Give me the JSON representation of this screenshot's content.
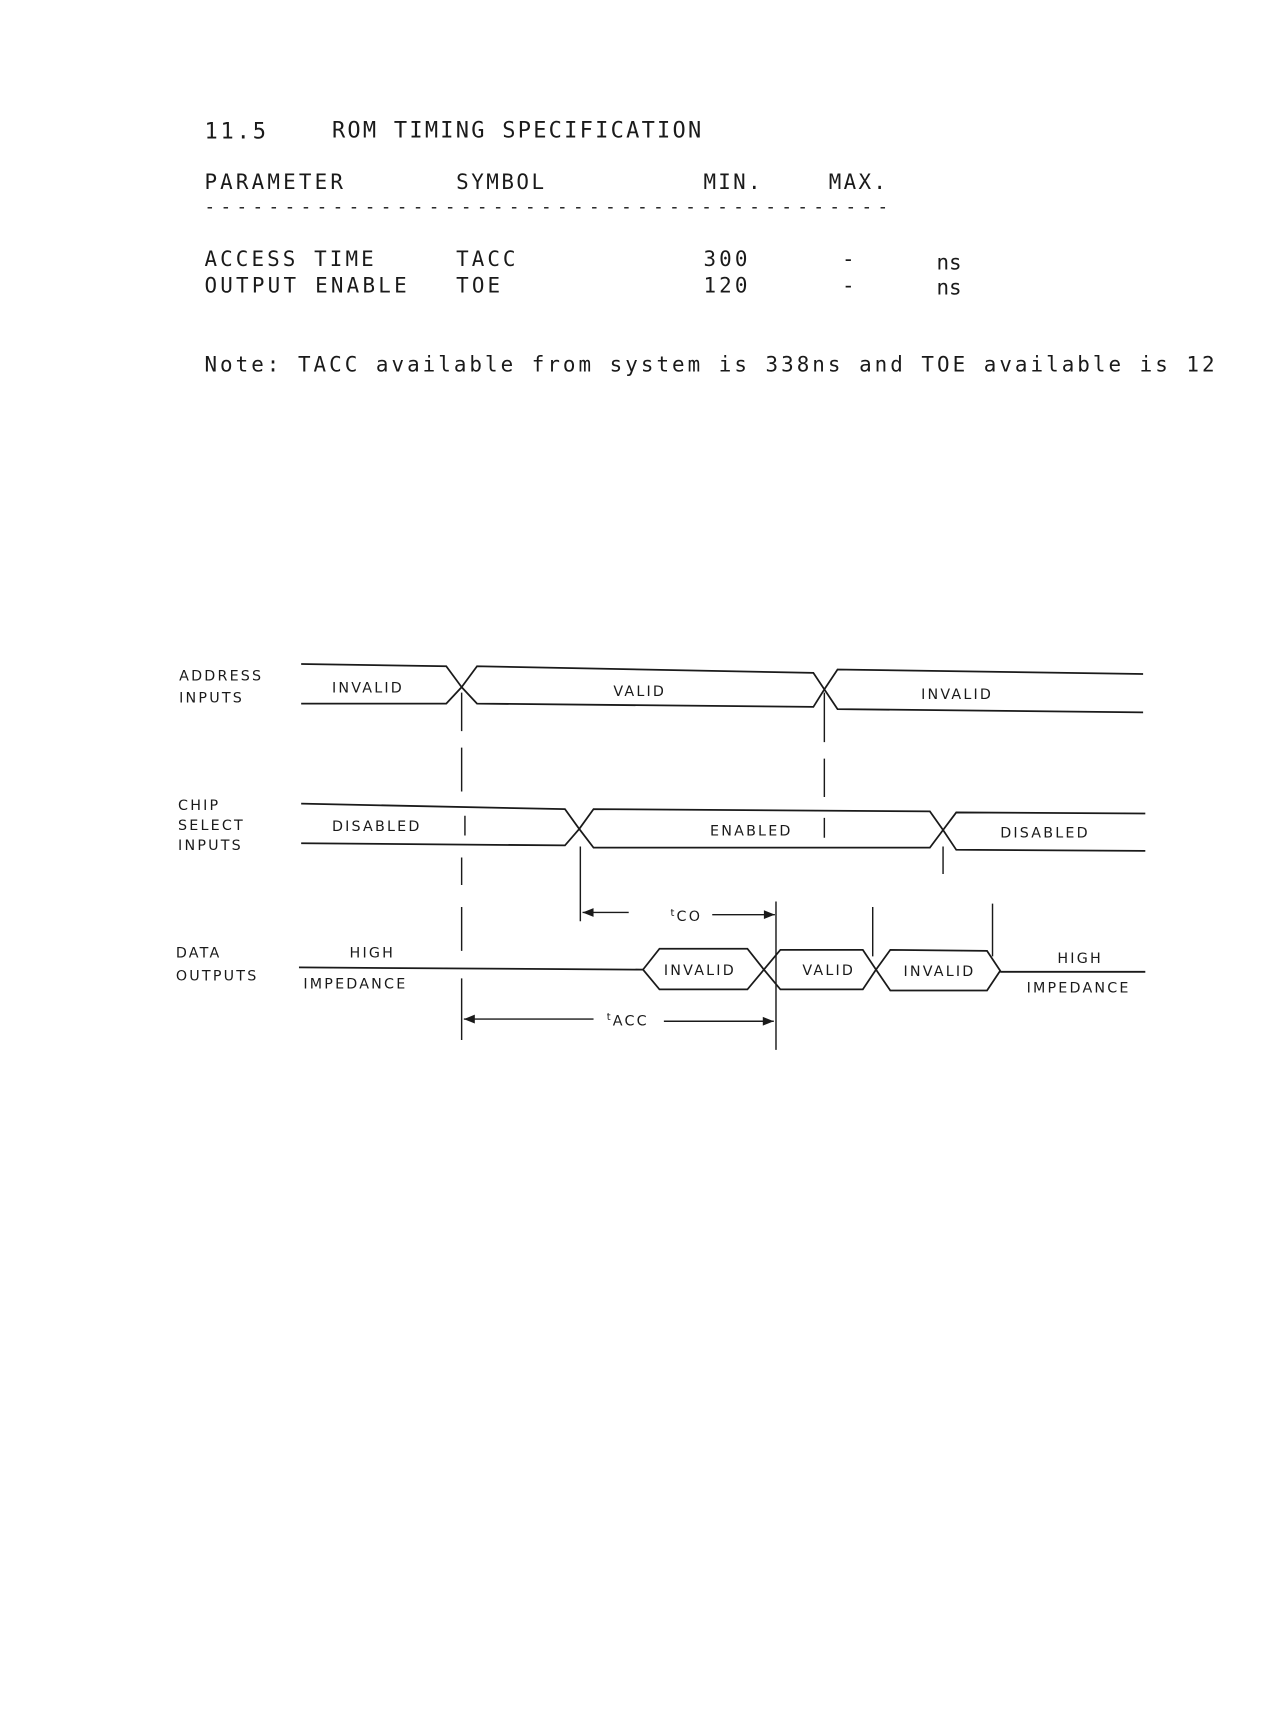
{
  "section": {
    "number": "11.5",
    "title": "ROM TIMING SPECIFICATION"
  },
  "table": {
    "headers": [
      "PARAMETER",
      "SYMBOL",
      "MIN.",
      "MAX."
    ],
    "separator": "-------------------------------------------",
    "rows": [
      {
        "parameter": "ACCESS TIME",
        "symbol": "TACC",
        "min": "300",
        "max": "-",
        "unit": "ns"
      },
      {
        "parameter": "OUTPUT ENABLE",
        "symbol": "TOE",
        "min": "120",
        "max": "-",
        "unit": "ns"
      }
    ]
  },
  "note": "Note: TACC available from system is 338ns and TOE available is 12",
  "diagram": {
    "address": {
      "label": [
        "ADDRESS",
        "INPUTS"
      ],
      "states": [
        "INVALID",
        "VALID",
        "INVALID"
      ]
    },
    "chip_select": {
      "label": [
        "CHIP",
        "SELECT",
        "INPUTS"
      ],
      "states": [
        "DISABLED",
        "ENABLED",
        "DISABLED"
      ]
    },
    "data": {
      "label": [
        "DATA",
        "OUTPUTS"
      ],
      "left_state": [
        "HIGH",
        "IMPEDANCE"
      ],
      "states": [
        "INVALID",
        "VALID",
        "INVALID"
      ],
      "right_state": [
        "HIGH",
        "IMPEDANCE"
      ]
    },
    "tco": {
      "t": "t",
      "sub": "CO"
    },
    "tacc": {
      "t": "t",
      "sub": "ACC"
    }
  }
}
